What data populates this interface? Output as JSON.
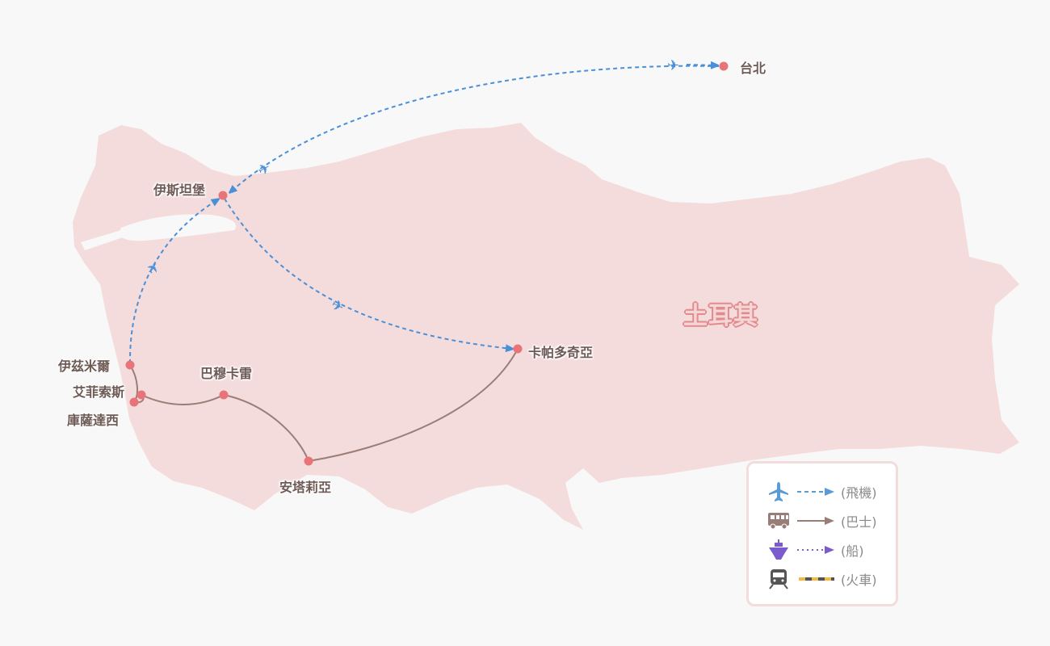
{
  "country_label": "土耳其",
  "cities": {
    "taipei": "台北",
    "istanbul": "伊斯坦堡",
    "izmir": "伊茲米爾",
    "ephesus": "艾菲索斯",
    "kusadasi": "庫薩達西",
    "pamukkale": "巴穆卡雷",
    "antalya": "安塔莉亞",
    "cappadocia": "卡帕多奇亞"
  },
  "legend": [
    {
      "icon": "airplane-icon",
      "label": "(飛機)",
      "color": "#4a90d9",
      "style": "dashed"
    },
    {
      "icon": "bus-icon",
      "label": "(巴士)",
      "color": "#9b7d78",
      "style": "solid"
    },
    {
      "icon": "ship-icon",
      "label": "(船)",
      "color": "#7a5ccc",
      "style": "dotted"
    },
    {
      "icon": "train-icon",
      "label": "(火車)",
      "color": "#f5b83d",
      "style": "railway"
    }
  ],
  "colors": {
    "land": "#f5dcdc",
    "point": "#e8747a",
    "flight": "#4a90d9",
    "bus": "#9b7d78"
  }
}
